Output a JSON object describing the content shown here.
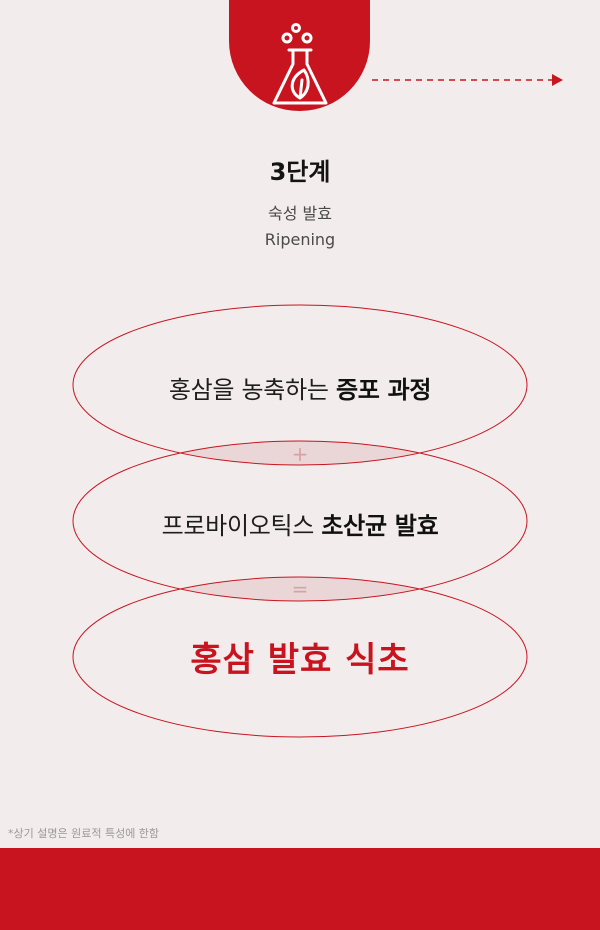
{
  "step": {
    "title": "3단계",
    "subtitle_ko": "숙성 발효",
    "subtitle_en": "Ripening",
    "icon": "flask-leaf-icon"
  },
  "process": {
    "line1_normal": "홍삼을 농축하는 ",
    "line1_bold": "증포 과정",
    "plus": "+",
    "line2_normal": "프로바이오틱스 ",
    "line2_bold": "초산균 발효",
    "equals": "=",
    "result": "홍삼 발효 식초"
  },
  "footnote": "*상기 설명은 원료적 특성에 한함",
  "colors": {
    "accent": "#c8141f",
    "background": "#f2ecec",
    "ellipse_stroke": "#c8141f",
    "overlap_fill": "#ead6d7"
  }
}
